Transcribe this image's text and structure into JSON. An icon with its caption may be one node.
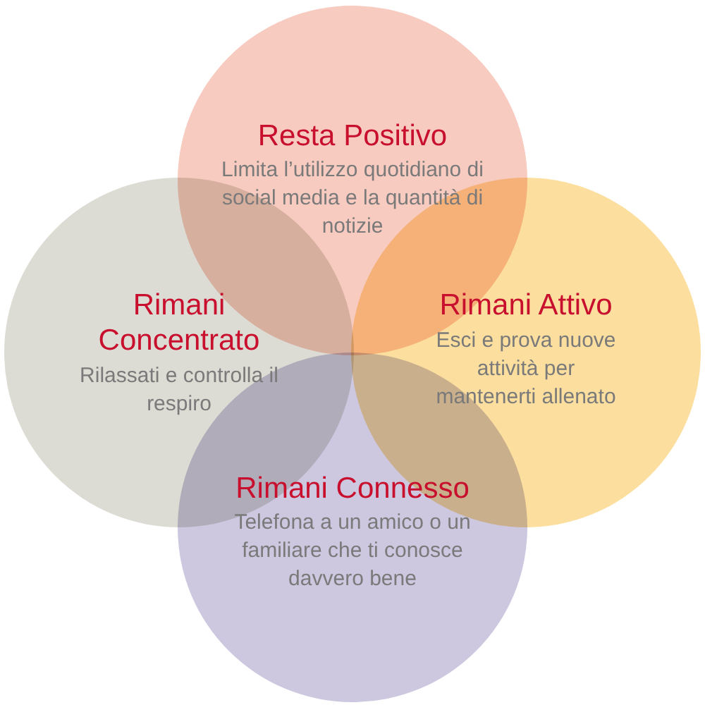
{
  "diagram": {
    "nodes": [
      {
        "text": [
          "Resta Positivo",
          "Limita l’utilizzo quotidiano di social media e la quantità di notizie"
        ]
      },
      {
        "text": [
          "Rimani Concentrato",
          "Rilassati e controlla il respiro"
        ]
      },
      {
        "text": [
          "Rimani Attivo",
          "Esci e prova nuove attività per mantenerti allenato"
        ]
      },
      {
        "text": [
          "Rimani Connesso",
          "Telefona a un amico o un familiare che ti conosce davvero bene"
        ]
      }
    ]
  }
}
